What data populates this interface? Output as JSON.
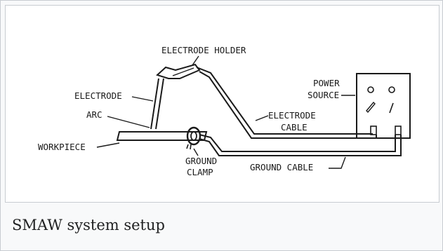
{
  "figure": {
    "caption": "SMAW system setup",
    "labels": {
      "electrode_holder": "ELECTRODE HOLDER",
      "power": "POWER",
      "source": "SOURCE",
      "electrode": "ELECTRODE",
      "electrode_cable_1": "ELECTRODE",
      "electrode_cable_2": "CABLE",
      "arc": "ARC",
      "workpiece": "WORKPIECE",
      "ground_clamp_1": "GROUND",
      "ground_clamp_2": "CLAMP",
      "ground_cable": "GROUND CABLE"
    }
  }
}
